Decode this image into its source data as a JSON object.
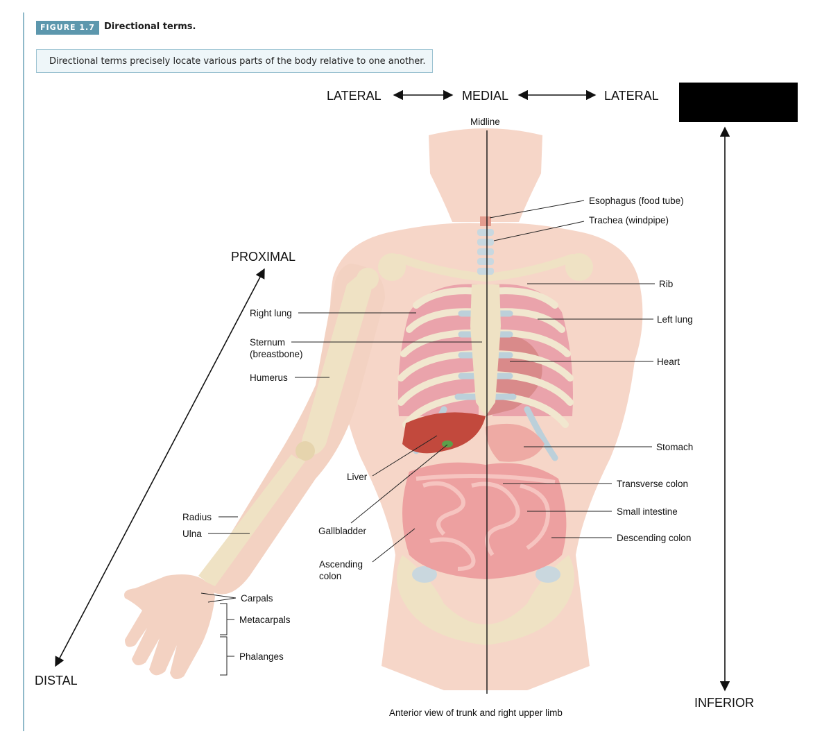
{
  "figure": {
    "badge": "FIGURE 1.7",
    "title": "Directional terms.",
    "caption": "Directional terms precisely locate various parts of the body relative to one another."
  },
  "directions": {
    "lateral_left": "LATERAL",
    "medial": "MEDIAL",
    "lateral_right": "LATERAL",
    "proximal": "PROXIMAL",
    "distal": "DISTAL",
    "inferior": "INFERIOR"
  },
  "labels": {
    "midline": "Midline",
    "esophagus": "Esophagus (food tube)",
    "trachea": "Trachea (windpipe)",
    "rib": "Rib",
    "right_lung": "Right lung",
    "left_lung": "Left lung",
    "sternum_1": "Sternum",
    "sternum_2": "(breastbone)",
    "heart": "Heart",
    "humerus": "Humerus",
    "stomach": "Stomach",
    "liver": "Liver",
    "transverse_colon": "Transverse colon",
    "radius": "Radius",
    "small_intestine": "Small intestine",
    "ulna": "Ulna",
    "gallbladder": "Gallbladder",
    "descending_colon": "Descending colon",
    "ascending_colon_1": "Ascending",
    "ascending_colon_2": "colon",
    "carpals": "Carpals",
    "metacarpals": "Metacarpals",
    "phalanges": "Phalanges"
  },
  "view_caption": "Anterior view of trunk and right upper limb",
  "colors": {
    "accent": "#5c97ad",
    "skin": "#f6d6c8",
    "bone": "#efe2c4",
    "lung": "#eaa3ab",
    "cartilage": "#bcd0da",
    "intestine": "#eda0a0",
    "liver": "#c2493d"
  }
}
